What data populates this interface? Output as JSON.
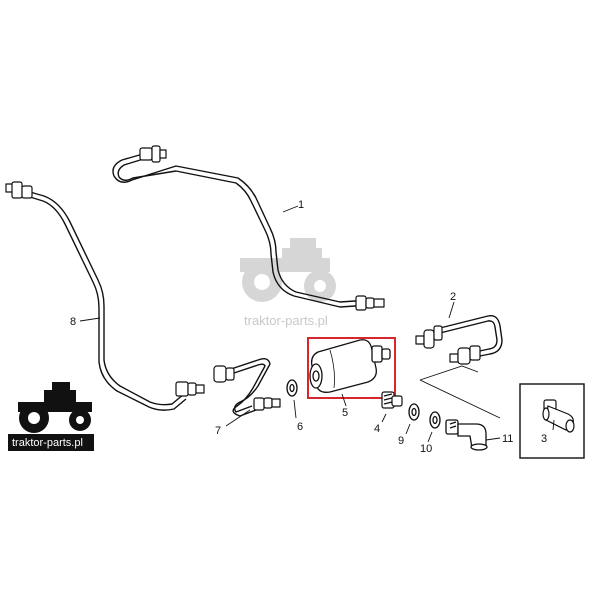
{
  "parts": [
    {
      "id": "1",
      "label": "1"
    },
    {
      "id": "2",
      "label": "2"
    },
    {
      "id": "3",
      "label": "3"
    },
    {
      "id": "4",
      "label": "4"
    },
    {
      "id": "5",
      "label": "5"
    },
    {
      "id": "6",
      "label": "6"
    },
    {
      "id": "7",
      "label": "7"
    },
    {
      "id": "8",
      "label": "8"
    },
    {
      "id": "9",
      "label": "9"
    },
    {
      "id": "10",
      "label": "10"
    },
    {
      "id": "11",
      "label": "11"
    }
  ],
  "watermark": {
    "text": "traktor-parts.pl"
  },
  "logo": {
    "text": "traktor-parts.pl"
  },
  "colors": {
    "line": "#111111",
    "highlight": "#d9262c",
    "watermark": "#cfcfcf",
    "logo_bg": "#111111",
    "logo_text": "#ffffff"
  }
}
